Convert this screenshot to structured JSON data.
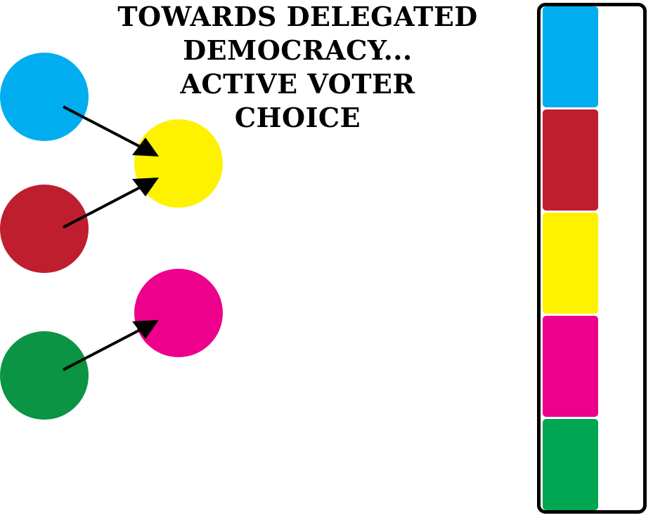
{
  "title": {
    "line1": "TOWARDS DELEGATED",
    "line2": "DEMOCRACY...",
    "line3": "ACTIVE VOTER CHOICE"
  },
  "colors": {
    "blue": "#00AEEF",
    "red": "#BE1E2D",
    "yellow": "#FFF200",
    "magenta": "#EC008C",
    "green": "#00A651",
    "dark_green": "#0A9444",
    "outline": "#000000"
  },
  "voters": [
    {
      "name": "blue-voter",
      "color": "blue",
      "delegates_to": "yellow-delegate"
    },
    {
      "name": "red-voter",
      "color": "red",
      "delegates_to": "yellow-delegate"
    },
    {
      "name": "green-voter",
      "color": "green",
      "delegates_to": "magenta-delegate"
    }
  ],
  "delegates": [
    {
      "name": "yellow-delegate",
      "color": "yellow"
    },
    {
      "name": "magenta-delegate",
      "color": "magenta"
    }
  ],
  "ballot_stack": [
    "blue",
    "red",
    "yellow",
    "magenta",
    "green"
  ]
}
